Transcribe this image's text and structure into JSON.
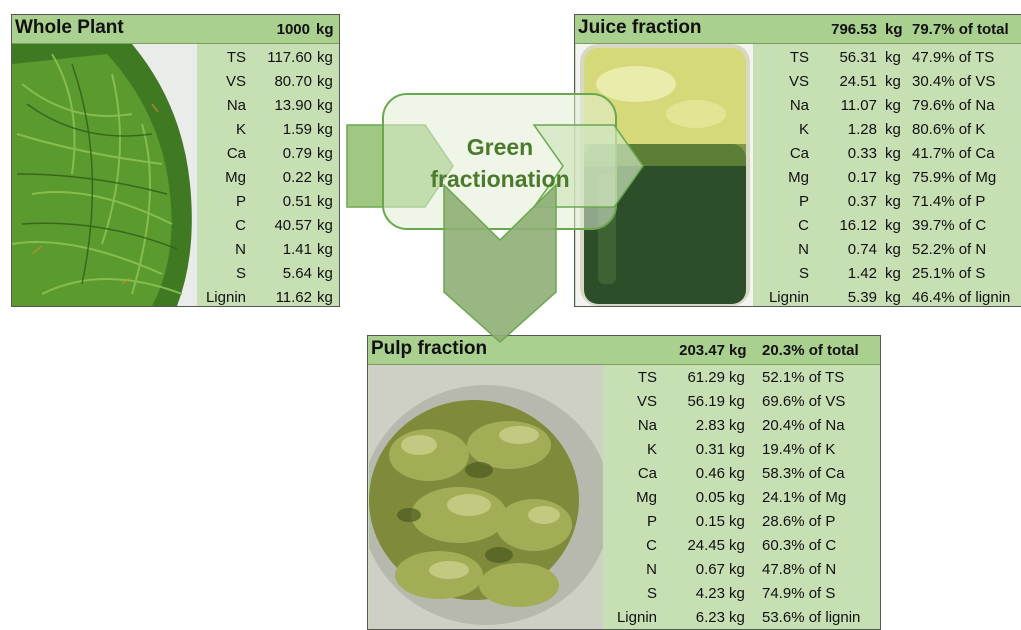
{
  "whole": {
    "title": "Whole Plant",
    "total_value": "1000",
    "total_unit": "kg",
    "rows": [
      {
        "name": "TS",
        "value": "117.60",
        "unit": "kg"
      },
      {
        "name": "VS",
        "value": "80.70",
        "unit": "kg"
      },
      {
        "name": "Na",
        "value": "13.90",
        "unit": "kg"
      },
      {
        "name": "K",
        "value": "1.59",
        "unit": "kg"
      },
      {
        "name": "Ca",
        "value": "0.79",
        "unit": "kg"
      },
      {
        "name": "Mg",
        "value": "0.22",
        "unit": "kg"
      },
      {
        "name": "P",
        "value": "0.51",
        "unit": "kg"
      },
      {
        "name": "C",
        "value": "40.57",
        "unit": "kg"
      },
      {
        "name": "N",
        "value": "1.41",
        "unit": "kg"
      },
      {
        "name": "S",
        "value": "5.64",
        "unit": "kg"
      },
      {
        "name": "Lignin",
        "value": "11.62",
        "unit": "kg"
      }
    ]
  },
  "process": {
    "label_line1": "Green",
    "label_line2": "fractionation"
  },
  "juice": {
    "title": "Juice fraction",
    "total_value": "796.53",
    "total_unit": "kg",
    "total_pct": "79.7% of total",
    "rows": [
      {
        "name": "TS",
        "value": "56.31",
        "unit": "kg",
        "pct": "47.9% of TS"
      },
      {
        "name": "VS",
        "value": "24.51",
        "unit": "kg",
        "pct": "30.4% of VS"
      },
      {
        "name": "Na",
        "value": "11.07",
        "unit": "kg",
        "pct": "79.6% of Na"
      },
      {
        "name": "K",
        "value": "1.28",
        "unit": "kg",
        "pct": "80.6% of K"
      },
      {
        "name": "Ca",
        "value": "0.33",
        "unit": "kg",
        "pct": "41.7% of Ca"
      },
      {
        "name": "Mg",
        "value": "0.17",
        "unit": "kg",
        "pct": "75.9% of Mg"
      },
      {
        "name": "P",
        "value": "0.37",
        "unit": "kg",
        "pct": "71.4% of P"
      },
      {
        "name": "C",
        "value": "16.12",
        "unit": "kg",
        "pct": "39.7% of C"
      },
      {
        "name": "N",
        "value": "0.74",
        "unit": "kg",
        "pct": "52.2% of N"
      },
      {
        "name": "S",
        "value": "1.42",
        "unit": "kg",
        "pct": "25.1% of S"
      },
      {
        "name": "Lignin",
        "value": "5.39",
        "unit": "kg",
        "pct": "46.4% of lignin"
      }
    ]
  },
  "pulp": {
    "title": "Pulp fraction",
    "total_value": "203.47",
    "total_unit": "kg",
    "total_pct": "20.3% of total",
    "rows": [
      {
        "name": "TS",
        "value": "61.29",
        "unit": "kg",
        "pct": "52.1% of TS"
      },
      {
        "name": "VS",
        "value": "56.19",
        "unit": "kg",
        "pct": "69.6% of VS"
      },
      {
        "name": "Na",
        "value": "2.83",
        "unit": "kg",
        "pct": "20.4% of Na"
      },
      {
        "name": "K",
        "value": "0.31",
        "unit": "kg",
        "pct": "19.4% of K"
      },
      {
        "name": "Ca",
        "value": "0.46",
        "unit": "kg",
        "pct": "58.3% of Ca"
      },
      {
        "name": "Mg",
        "value": "0.05",
        "unit": "kg",
        "pct": "24.1% of Mg"
      },
      {
        "name": "P",
        "value": "0.15",
        "unit": "kg",
        "pct": "28.6% of P"
      },
      {
        "name": "C",
        "value": "24.45",
        "unit": "kg",
        "pct": "60.3% of C"
      },
      {
        "name": "N",
        "value": "0.67",
        "unit": "kg",
        "pct": "47.8% of N"
      },
      {
        "name": "S",
        "value": "4.23",
        "unit": "kg",
        "pct": "74.9% of S"
      },
      {
        "name": "Lignin",
        "value": "6.23",
        "unit": "kg",
        "pct": "53.6% of lignin"
      }
    ]
  },
  "colors": {
    "panel_body": "#c6e0b4",
    "panel_header": "#a9d08e",
    "arrow_fill": "#a9d08e",
    "arrow_stroke": "#6aa84f"
  }
}
